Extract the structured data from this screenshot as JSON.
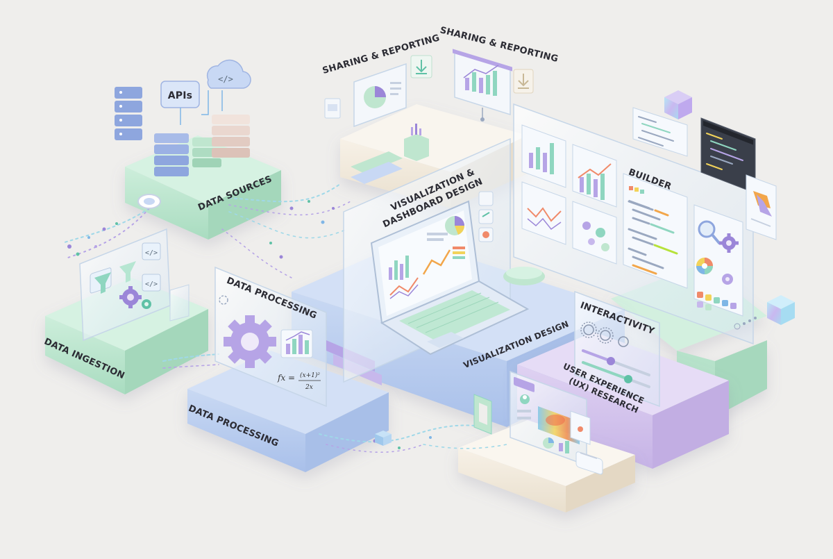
{
  "labels": {
    "data_sources": "DATA SOURCES",
    "apis": "APIs",
    "data_ingestion": "DATA INGESTION",
    "data_processing_panel": "DATA PROCESSING",
    "data_processing_base": "DATA PROCESSING",
    "sharing_reporting_left": "SHARING & REPORTING",
    "sharing_reporting_right": "SHARING & REPORTING",
    "viz_dashboard_line1": "VISUALIZATION &",
    "viz_dashboard_line2": "DASHBOARD DESIGN",
    "viz_design": "VISUALIZATION DESIGN",
    "builder": "BUILDER",
    "interactivity": "INTERACTIVITY",
    "ux_line1": "USER EXPERIENCE",
    "ux_line2": "(UX) RESEARCH"
  },
  "formula": {
    "lhs": "fx =",
    "num": "(x+1)²",
    "den": "2x"
  },
  "colors": {
    "background": "#efeeec",
    "mint": "#bfe6cf",
    "blue": "#b9cdef",
    "lavender": "#d3c4ec",
    "cream": "#f3ece0",
    "purple_accent": "#9b86d8",
    "teal_accent": "#5fc1a6"
  },
  "icons": [
    "server-stack-icon",
    "cloud-code-icon",
    "funnel-icon",
    "gear-icon",
    "code-tag-icon",
    "bar-chart-icon",
    "pie-chart-icon",
    "download-icon",
    "laptop-icon",
    "magnifier-icon",
    "color-wheel-icon",
    "touch-icon",
    "heatmap-icon",
    "slider-icon",
    "hologram-cube-icon"
  ]
}
